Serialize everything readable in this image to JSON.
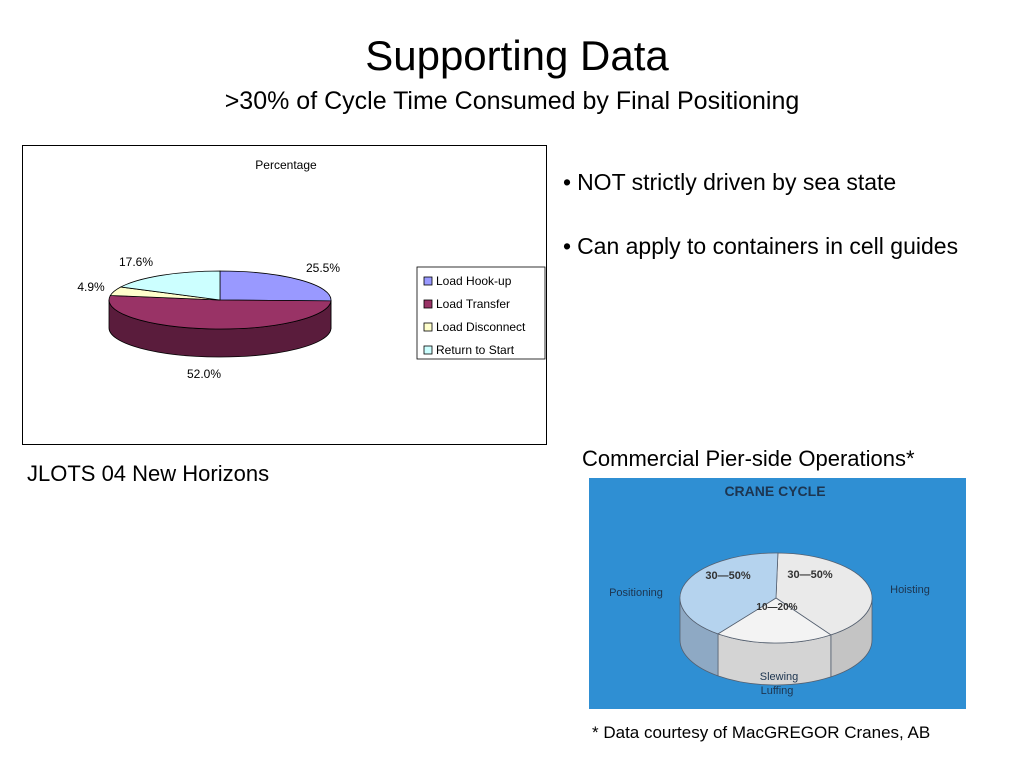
{
  "slide": {
    "title": "Supporting Data",
    "subtitle": ">30% of Cycle Time Consumed by Final Positioning",
    "left_caption": "JLOTS 04 New Horizons",
    "right_caption": "Commercial Pier-side Operations*",
    "credit": "* Data courtesy of MacGREGOR Cranes, AB"
  },
  "bullets": [
    {
      "marker": "•",
      "text": "NOT strictly driven by sea state"
    },
    {
      "marker": "•",
      "text": "Can apply to containers in cell guides"
    }
  ],
  "chart_data": [
    {
      "type": "pie",
      "style": "3d",
      "title": "Percentage",
      "legend_position": "right",
      "categories": [
        "Load Hook-up",
        "Load Transfer",
        "Load Disconnect",
        "Return to Start"
      ],
      "values": [
        25.5,
        52.0,
        4.9,
        17.6
      ],
      "labels": [
        "25.5%",
        "52.0%",
        "4.9%",
        "17.6%"
      ],
      "colors": [
        "#9999ff",
        "#993366",
        "#ffffcc",
        "#ccffff"
      ],
      "side_colors": [
        "#5c5c99",
        "#5a1c3c",
        "#9c9c70",
        "#7aa3a3"
      ]
    },
    {
      "type": "pie",
      "style": "3d",
      "title": "CRANE CYCLE",
      "background": "#2f8fd3",
      "categories": [
        "Positioning",
        "Hoisting",
        "Slewing Luffing"
      ],
      "category_lines": [
        [
          "Positioning"
        ],
        [
          "Hoisting"
        ],
        [
          "Slewing",
          "Luffing"
        ]
      ],
      "values": [
        40,
        40,
        20
      ],
      "labels": [
        "30—50%",
        "30—50%",
        "10—20%"
      ],
      "colors": [
        "#b5d3ee",
        "#eaeaea",
        "#f3f3f3"
      ],
      "side_colors": [
        "#8ea9c4",
        "#c4c4c4",
        "#d4d4d4"
      ]
    }
  ]
}
